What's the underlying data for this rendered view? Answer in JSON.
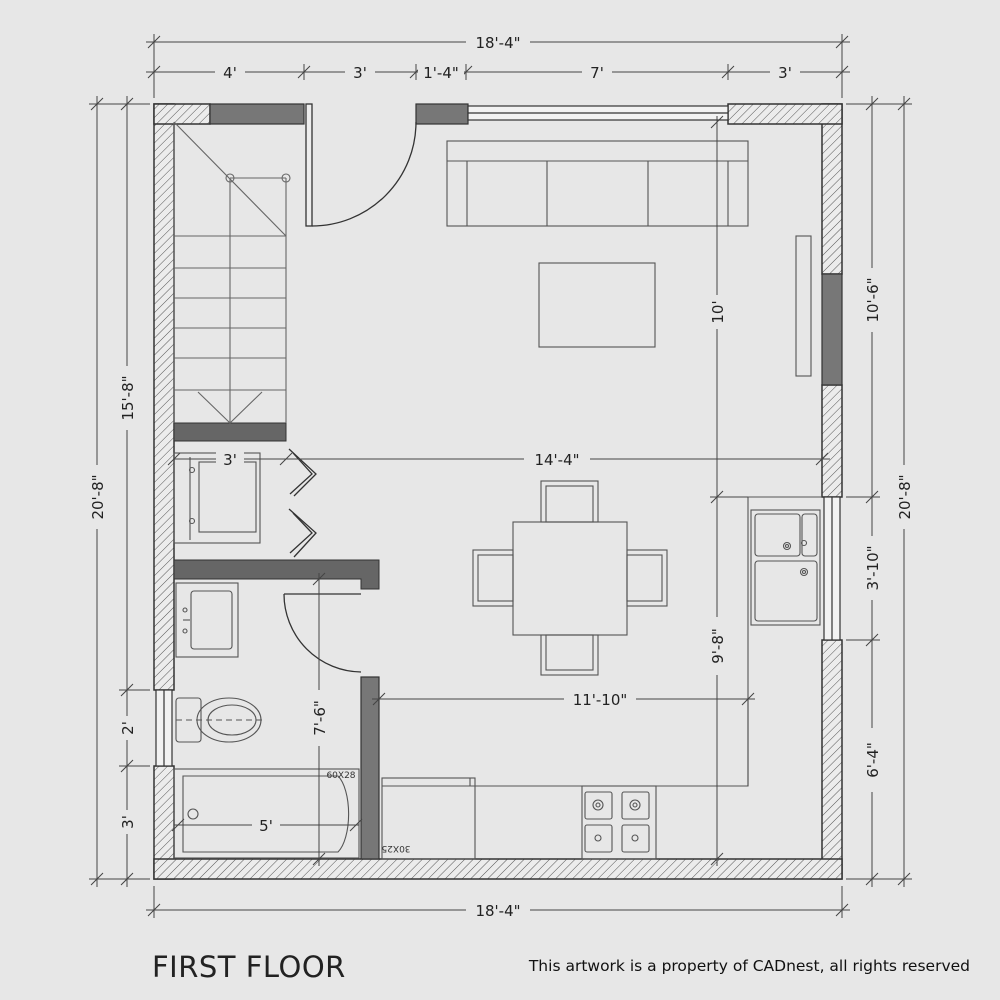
{
  "title": "FIRST FLOOR",
  "credit": "This artwork is a property of CADnest, all rights reserved",
  "dimensions": {
    "overall_width_top": "18'-4\"",
    "overall_width_bottom": "18'-4\"",
    "seg_1": "4'",
    "seg_2": "3'",
    "seg_3": "1'-4\"",
    "seg_4": "7'",
    "seg_5": "3'",
    "left_overall": "20'-8\"",
    "left_upper": "15'-8\"",
    "left_window": "2'",
    "left_lower": "3'",
    "right_overall": "20'-8\"",
    "right_upper": "10'-6\"",
    "right_window": "3'-10\"",
    "right_lower": "6'-4\"",
    "interior_10": "10'",
    "interior_9_8": "9'-8\"",
    "laundry_width": "3'",
    "interior_width": "14'-4\"",
    "bath_height": "7'-6\"",
    "kitchen_width": "11'-10\"",
    "tub_length": "5'"
  },
  "fixture_labels": {
    "tub": "60X28",
    "fridge": "30X25"
  }
}
